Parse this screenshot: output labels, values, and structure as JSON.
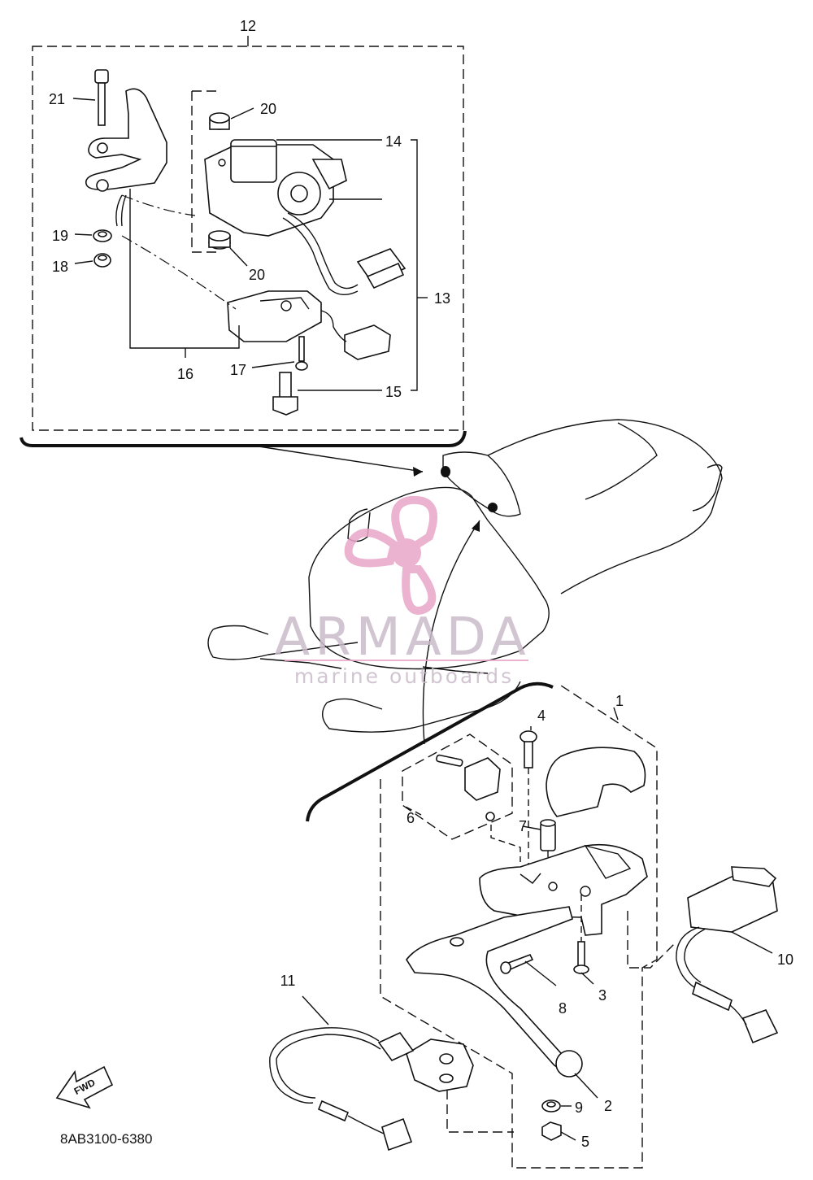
{
  "diagram": {
    "part_code": "8AB3100-6380",
    "fwd_label": "FWD",
    "watermark": {
      "title": "ARMADA",
      "subtitle": "marine outboards",
      "color": "#e8a6c8"
    },
    "callouts": {
      "c1": "1",
      "c2": "2",
      "c3": "3",
      "c4": "4",
      "c5": "5",
      "c6": "6",
      "c7": "7",
      "c8": "8",
      "c9": "9",
      "c10": "10",
      "c11": "11",
      "c12": "12",
      "c13": "13",
      "c14": "14",
      "c15": "15",
      "c16": "16",
      "c17": "17",
      "c18": "18",
      "c19": "19",
      "c20a": "20",
      "c20b": "20",
      "c21": "21"
    }
  }
}
